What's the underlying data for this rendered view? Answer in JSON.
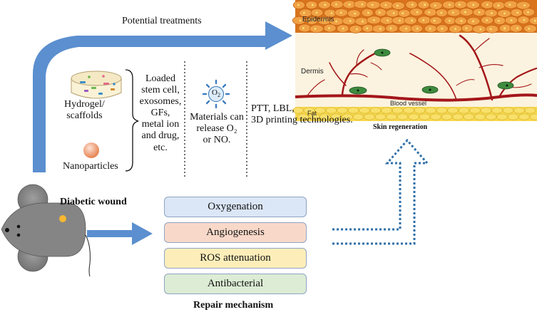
{
  "top_arrow_label": "Potential treatments",
  "skin": {
    "epidermis": "Epidermis",
    "dermis": "Dermis",
    "blood_vessel": "Blood vessel",
    "fat": "Fat",
    "caption": "Skin regeneration"
  },
  "treatments": {
    "hydrogel": "Hydrogel/\nscaffolds",
    "nanoparticles": "Nanoparticles",
    "loaded": "Loaded\nstem cell,\nexosomes,\nGFs,\nmetal ion\nand drug,\netc.",
    "oxygen_symbol": "O",
    "oxygen_subscript": "2",
    "materials": "Materials can\nrelease O₂\nor NO.",
    "technologies": "PTT, LBL,\n3D printing technologies."
  },
  "wound_label": "Diabetic wound",
  "mechanisms": [
    {
      "label": "Oxygenation",
      "color": "#dbe6f6"
    },
    {
      "label": "Angiogenesis",
      "color": "#f8d9c9"
    },
    {
      "label": "ROS attenuation",
      "color": "#fdeeb9"
    },
    {
      "label": "Antibacterial",
      "color": "#dcecd5"
    }
  ],
  "mechanism_caption": "Repair mechanism",
  "colors": {
    "arrow_blue": "#5b8fcf",
    "arrow_dotted": "#2e6fa8",
    "vessel_red": "#a3161a",
    "fat_yellow": "#f6d84c",
    "epidermis_orange": "#ec9a3e",
    "dermis_cream": "#fbf3df",
    "mouse_gray": "#858585"
  }
}
